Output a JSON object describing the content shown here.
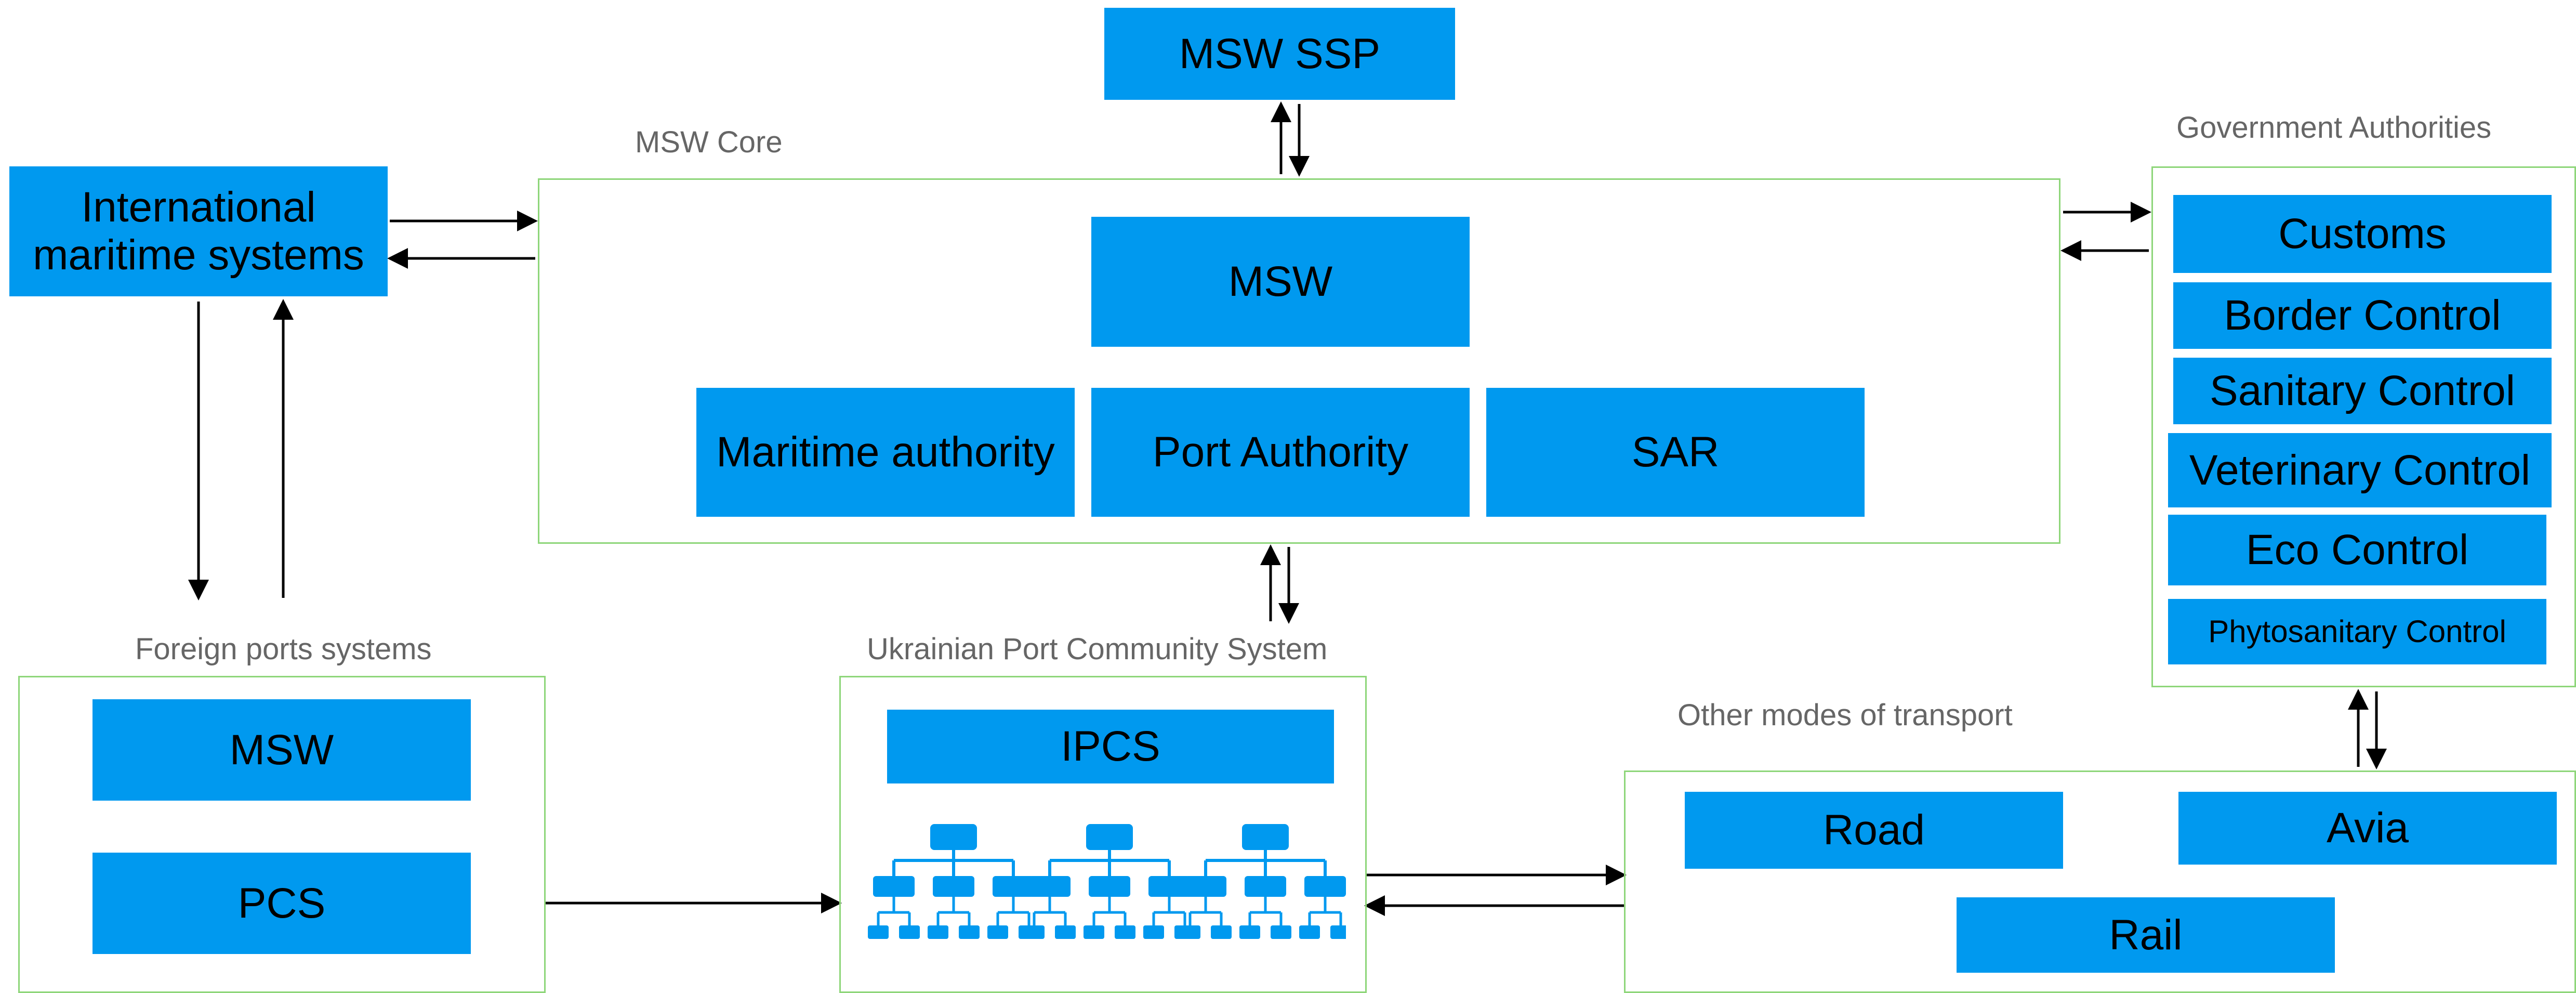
{
  "colors": {
    "box": "#0099ef",
    "frame": "#8ed67a",
    "label": "#666666",
    "arrow": "#000000"
  },
  "msw_ssp": "MSW SSP",
  "msw_core": {
    "label": "MSW Core",
    "msw": "MSW",
    "maritime_authority": "Maritime authority",
    "port_authority": "Port Authority",
    "sar": "SAR"
  },
  "international": "International maritime systems",
  "government": {
    "label": "Government Authorities",
    "items": [
      "Customs",
      "Border Control",
      "Sanitary Control",
      "Veterinary Control",
      "Eco Control",
      "Phytosanitary Control"
    ]
  },
  "foreign": {
    "label": "Foreign ports systems",
    "msw": "MSW",
    "pcs": "PCS"
  },
  "ukrainian": {
    "label": "Ukrainian Port Community System",
    "ipcs": "IPCS",
    "network_icon": "network-hierarchy-icon"
  },
  "transport": {
    "label": "Other modes of transport",
    "road": "Road",
    "avia": "Avia",
    "rail": "Rail"
  }
}
